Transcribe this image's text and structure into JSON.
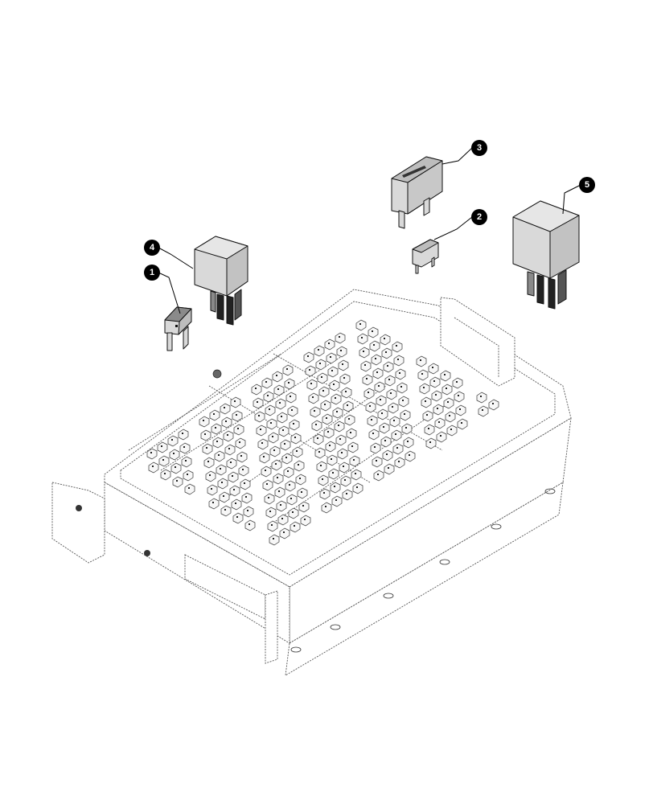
{
  "diagram": {
    "callouts": [
      {
        "id": "callout-1",
        "label": "1",
        "part": "mini-blade-fuse"
      },
      {
        "id": "callout-2",
        "label": "2",
        "part": "micro-fuse"
      },
      {
        "id": "callout-3",
        "label": "3",
        "part": "maxi-fuse"
      },
      {
        "id": "callout-4",
        "label": "4",
        "part": "mini-relay"
      },
      {
        "id": "callout-5",
        "label": "5",
        "part": "relay"
      }
    ],
    "colors": {
      "part_fill": "#d9d9d9",
      "part_shade": "#bdbdbd",
      "part_dark": "#8a8a8a",
      "callout_fill": "#000000",
      "line": "#111111"
    }
  }
}
